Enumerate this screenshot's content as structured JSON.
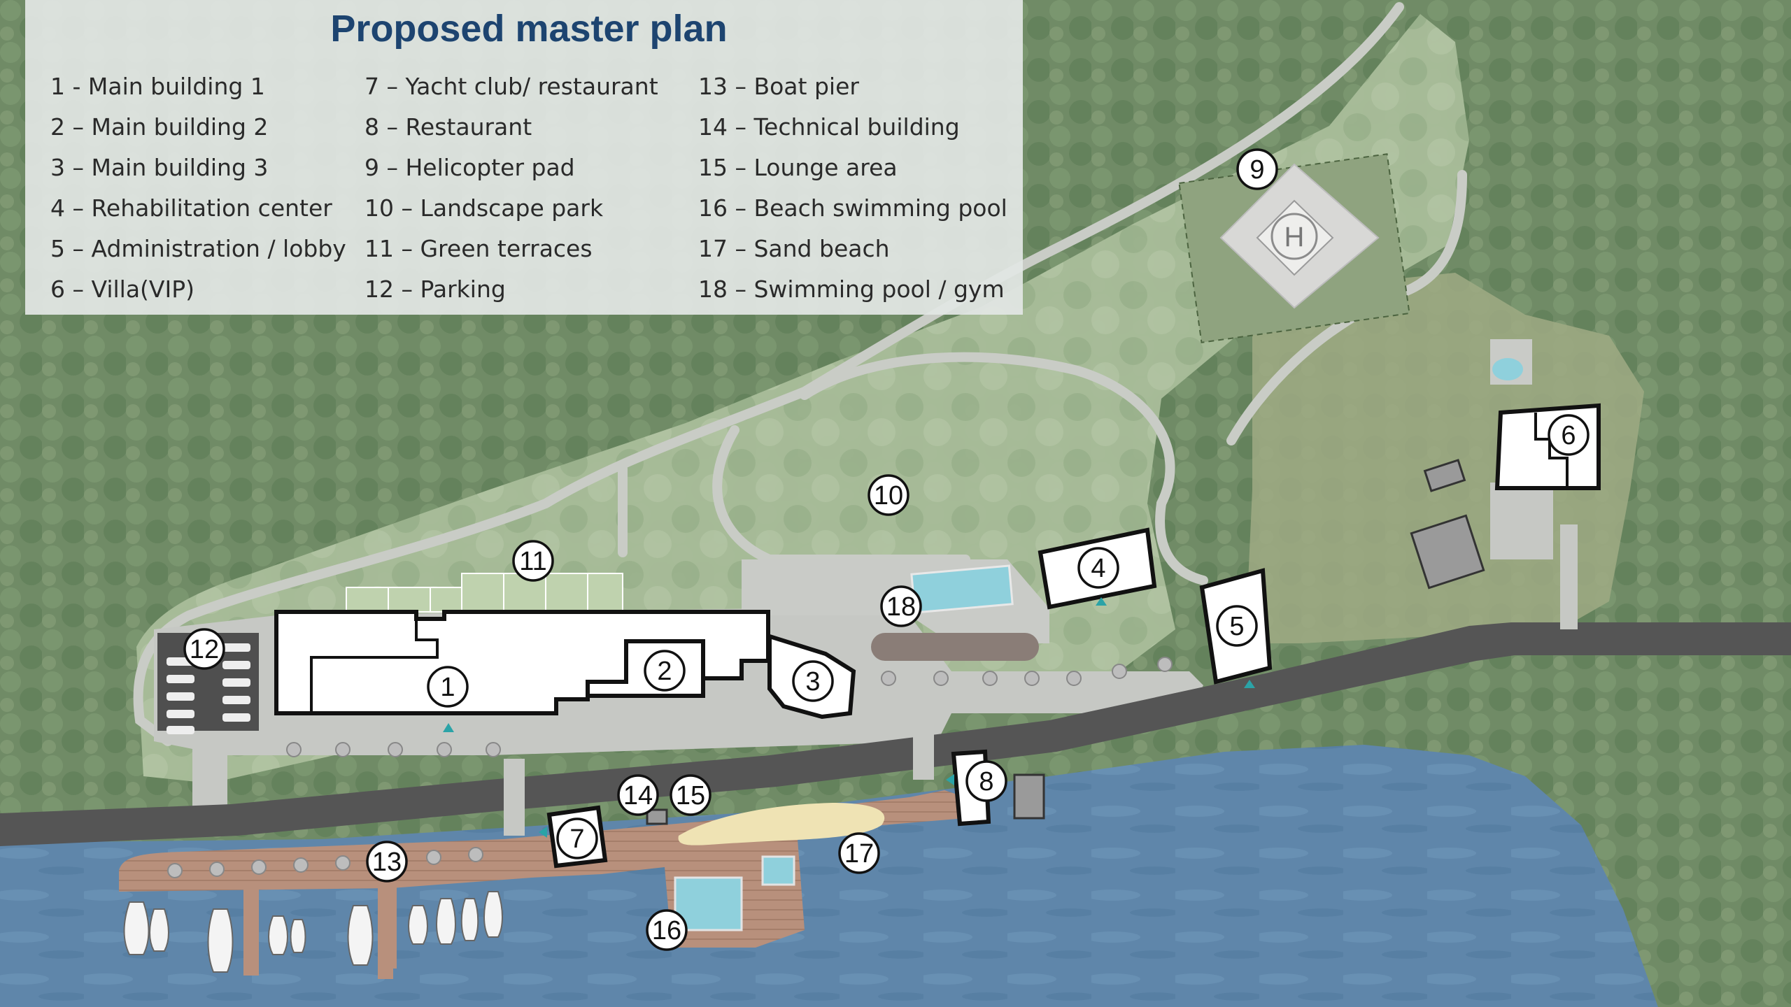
{
  "title": "Proposed master plan",
  "legend": {
    "col1": [
      "1 - Main building 1",
      "2 – Main building 2",
      "3 – Main building 3",
      "4 – Rehabilitation center",
      "5 – Administration / lobby",
      "6 – Villa(VIP)"
    ],
    "col2": [
      "7 – Yacht club/ restaurant",
      "8 – Restaurant",
      "9 – Helicopter pad",
      "10 – Landscape park",
      "11 – Green terraces",
      "12 – Parking"
    ],
    "col3": [
      "13 – Boat pier",
      "14 – Technical building",
      "15 – Lounge area",
      "16 – Beach swimming pool",
      "17 – Sand beach",
      "18 – Swimming pool / gym"
    ]
  },
  "markers": [
    "1",
    "2",
    "3",
    "4",
    "5",
    "6",
    "7",
    "8",
    "9",
    "10",
    "11",
    "12",
    "13",
    "14",
    "15",
    "16",
    "17",
    "18"
  ],
  "helipad_letter": "H",
  "colors": {
    "title": "#1d4470",
    "forest": "#6f8a66",
    "park": "#a8bc98",
    "road": "#555555",
    "water": "#5d84a8",
    "deck": "#b58a76",
    "pool": "#8fd0dc",
    "sand": "#efe3b4"
  }
}
